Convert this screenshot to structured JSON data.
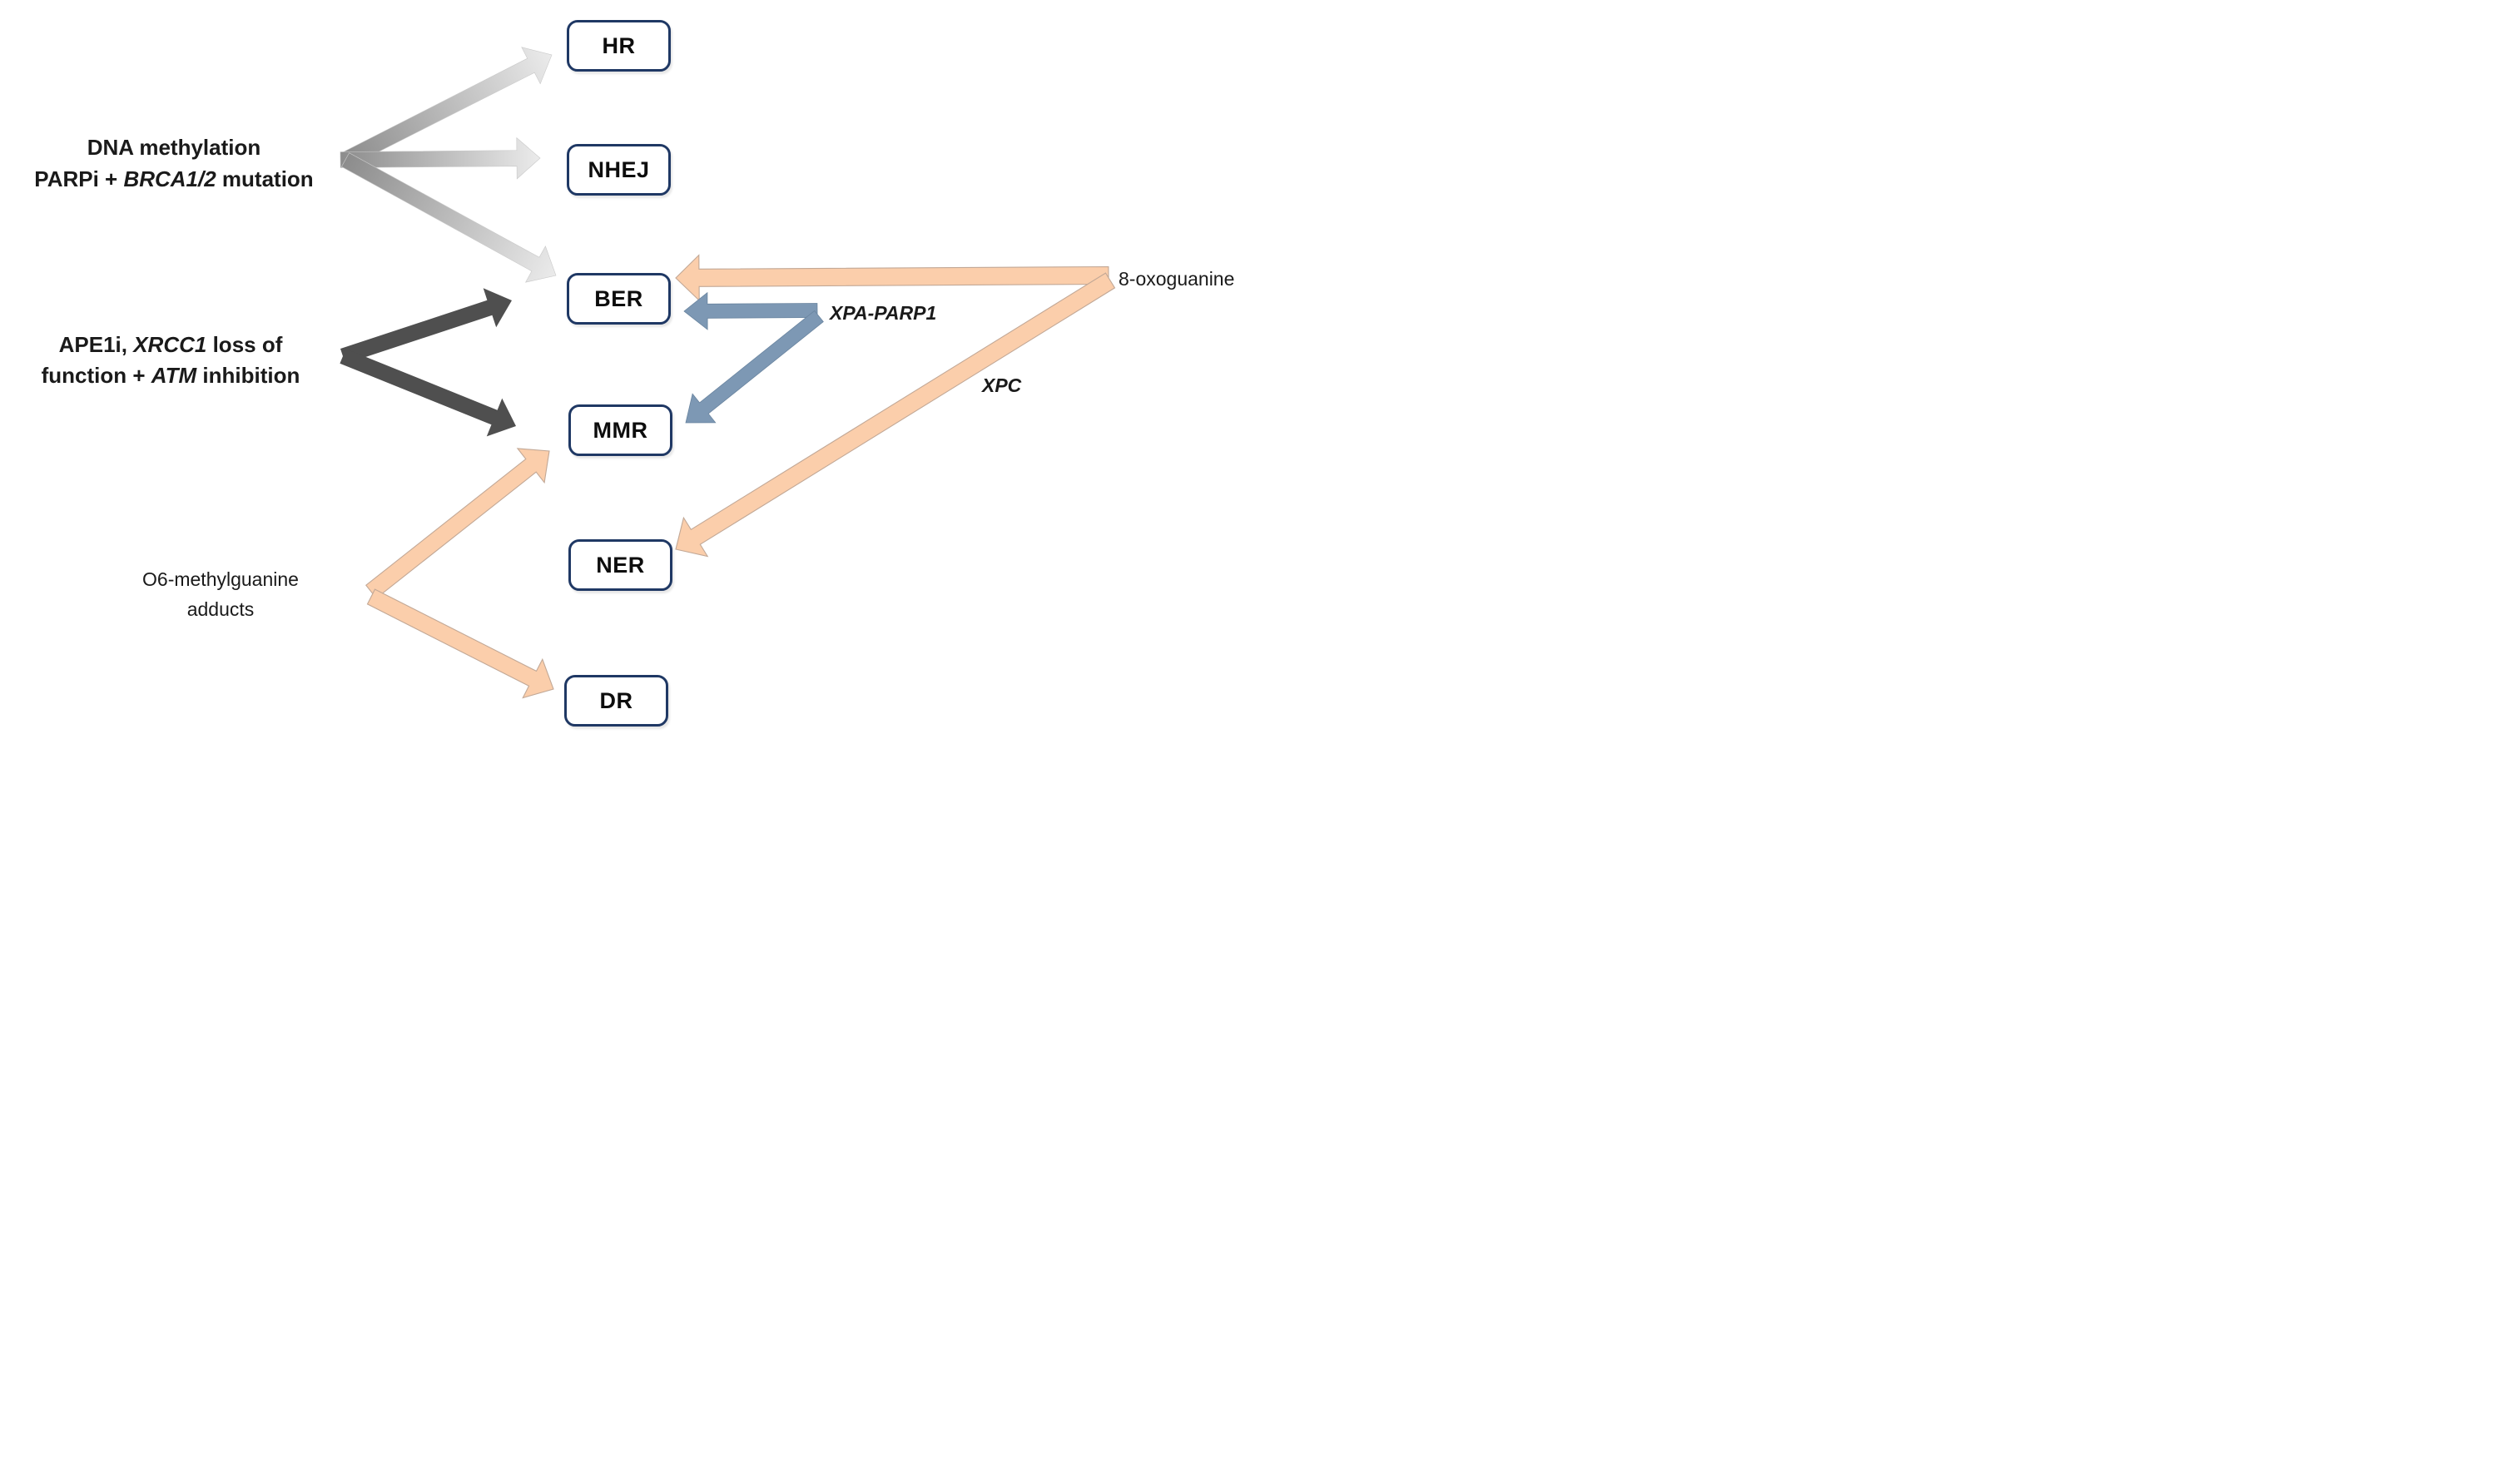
{
  "nodes": [
    {
      "id": "hr",
      "label": "HR"
    },
    {
      "id": "nhej",
      "label": "NHEJ"
    },
    {
      "id": "ber",
      "label": "BER"
    },
    {
      "id": "mmr",
      "label": "MMR"
    },
    {
      "id": "ner",
      "label": "NER"
    },
    {
      "id": "dr",
      "label": "DR"
    }
  ],
  "labels": {
    "methylation": {
      "line1": "DNA methylation",
      "line2_segments": [
        {
          "text": "PARPi + ",
          "style": "bold"
        },
        {
          "text": "BRCA1/2",
          "style": "bold-italic"
        },
        {
          "text": " mutation",
          "style": "bold"
        }
      ]
    },
    "ape1i": {
      "line1_segments": [
        {
          "text": "APE1i, ",
          "style": "bold"
        },
        {
          "text": "XRCC1",
          "style": "bold-italic"
        },
        {
          "text": " loss of",
          "style": "bold"
        }
      ],
      "line2_segments": [
        {
          "text": "function + ",
          "style": "bold"
        },
        {
          "text": "ATM",
          "style": "bold-italic"
        },
        {
          "text": " inhibition",
          "style": "bold"
        }
      ]
    },
    "o6": {
      "line1": "O6-methylguanine",
      "line2": "adducts"
    },
    "oxoguanine": {
      "text": "8-oxoguanine"
    },
    "xpa_parp1": {
      "text": "XPA-PARP1"
    },
    "xpc": {
      "text": "XPC"
    }
  },
  "edges": [
    {
      "from": "dna-methylation-parpi-brca",
      "to": "hr",
      "style": "gray-gradient"
    },
    {
      "from": "dna-methylation-parpi-brca",
      "to": "nhej",
      "style": "gray-gradient"
    },
    {
      "from": "dna-methylation-parpi-brca",
      "to": "ber",
      "style": "gray-gradient"
    },
    {
      "from": "ape1i-xrcc1-atm",
      "to": "ber",
      "style": "dark-gray"
    },
    {
      "from": "ape1i-xrcc1-atm",
      "to": "mmr",
      "style": "dark-gray"
    },
    {
      "from": "o6-methylguanine-adducts",
      "to": "mmr",
      "style": "peach"
    },
    {
      "from": "o6-methylguanine-adducts",
      "to": "dr",
      "style": "peach"
    },
    {
      "from": "8-oxoguanine",
      "to": "ber",
      "style": "peach"
    },
    {
      "from": "8-oxoguanine",
      "to": "ner",
      "style": "peach"
    },
    {
      "from": "xpa-parp1",
      "to": "ber",
      "style": "blue"
    },
    {
      "from": "xpa-parp1",
      "to": "mmr",
      "style": "blue"
    }
  ],
  "colors": {
    "box_border": "#1f3864",
    "arrow_gray_start": "#8c8c8c",
    "arrow_gray_end": "#ebebeb",
    "arrow_dark_gray": "#4f4f4f",
    "arrow_peach": "#fbceab",
    "arrow_peach_edge": "#c2a896",
    "arrow_blue": "#7d98b4",
    "arrow_blue_edge": "#69849f",
    "text": "#1a1a1a"
  }
}
